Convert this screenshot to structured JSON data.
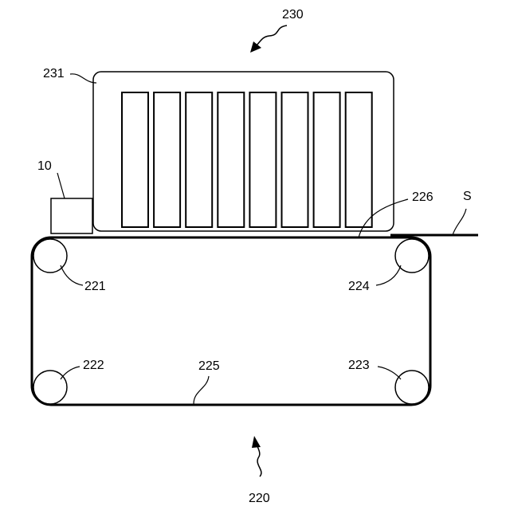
{
  "labels": {
    "head_unit": "230",
    "head_frame": "231",
    "sensor": "10",
    "belt_surface": "226",
    "sheet": "S",
    "roller_top_left": "221",
    "roller_top_right": "224",
    "roller_bottom_left": "222",
    "roller_bottom_right": "223",
    "belt": "225",
    "transport_unit": "220"
  },
  "print_heads": {
    "count": 8
  },
  "rollers": {
    "count": 4
  }
}
